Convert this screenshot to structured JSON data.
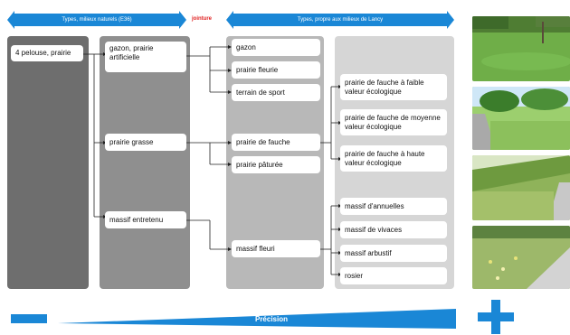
{
  "header": {
    "left_label": "Types, milieux naturels (E36)",
    "center_label": "jointure",
    "right_label": "Types, propre aux milieux de Lancy"
  },
  "level1": [
    {
      "label": "4 pelouse, prairie"
    }
  ],
  "level2": [
    {
      "label": "gazon, prairie artificielle"
    },
    {
      "label": "prairie grasse"
    },
    {
      "label": "massif entretenu"
    }
  ],
  "level3": [
    {
      "label": "gazon"
    },
    {
      "label": "prairie fleurie"
    },
    {
      "label": "terrain de sport"
    },
    {
      "label": "prairie de fauche"
    },
    {
      "label": "prairie pâturée"
    },
    {
      "label": "massif fleuri"
    }
  ],
  "level4": [
    {
      "label": "prairie de fauche à faible valeur écologique"
    },
    {
      "label": "prairie de fauche de moyenne valeur écologique"
    },
    {
      "label": "prairie de fauche à haute valeur écologique"
    },
    {
      "label": "massif d'annuelles"
    },
    {
      "label": "massif de vivaces"
    },
    {
      "label": "massif arbustif"
    },
    {
      "label": "rosier"
    }
  ],
  "footer": {
    "precision_label": "Précision"
  },
  "colors": {
    "blue": "#1a87d6",
    "col1": "#6e6e6e",
    "col2": "#8f8f8f",
    "col3": "#b8b8b8",
    "col4": "#d6d6d6"
  }
}
